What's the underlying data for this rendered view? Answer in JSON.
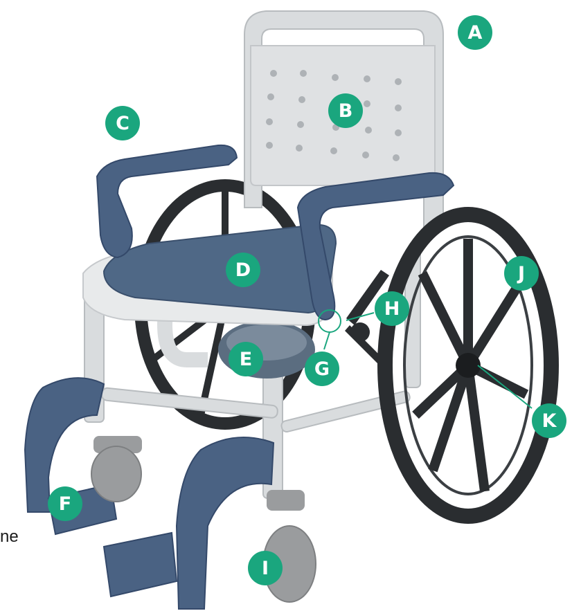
{
  "colors": {
    "marker": "#1aa67e",
    "frame": "#d9dcde",
    "frame_shade": "#b8bcbf",
    "blue": "#4a6283",
    "blue_dark": "#34496a",
    "wheel": "#2a2d30",
    "caster": "#9a9c9e"
  },
  "markers": {
    "A": "A",
    "B": "B",
    "C": "C",
    "D": "D",
    "E": "E",
    "F": "F",
    "G": "G",
    "H": "H",
    "I": "I",
    "J": "J",
    "K": "K"
  },
  "partial_text": "ne"
}
